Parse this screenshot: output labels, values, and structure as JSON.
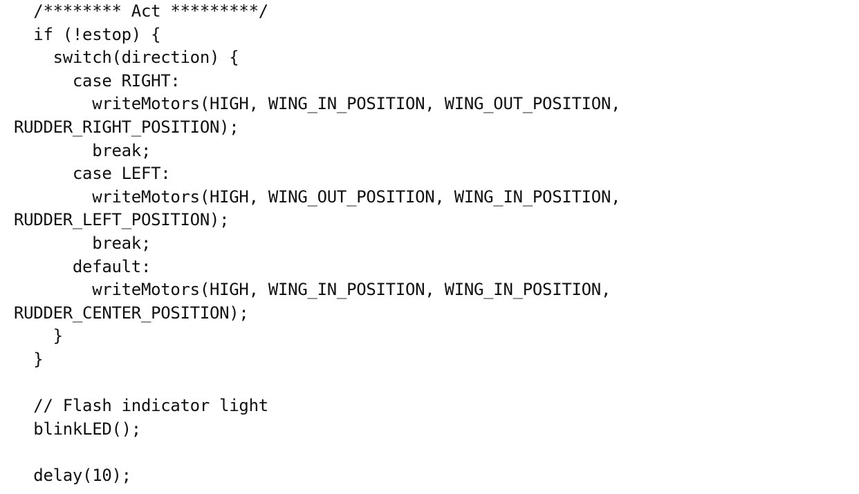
{
  "code": {
    "lines": [
      "  /******** Act *********/",
      "  if (!estop) {",
      "    switch(direction) {",
      "      case RIGHT:",
      "        writeMotors(HIGH, WING_IN_POSITION, WING_OUT_POSITION,",
      "RUDDER_RIGHT_POSITION);",
      "        break;",
      "      case LEFT:",
      "        writeMotors(HIGH, WING_OUT_POSITION, WING_IN_POSITION,",
      "RUDDER_LEFT_POSITION);",
      "        break;",
      "      default:",
      "        writeMotors(HIGH, WING_IN_POSITION, WING_IN_POSITION,",
      "RUDDER_CENTER_POSITION);",
      "    }",
      "  }",
      "",
      "  // Flash indicator light",
      "  blinkLED();",
      "",
      "  delay(10);"
    ]
  }
}
